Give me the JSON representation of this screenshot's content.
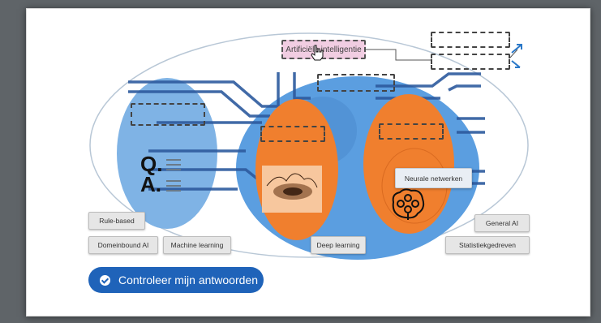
{
  "diagram": {
    "ai_label": "Artificiële intelligentie",
    "tooltip": "Neurale netwerken",
    "qa": {
      "q": "Q.",
      "a": "A."
    }
  },
  "chips": {
    "rule_based": "Rule-based",
    "domain_bound_ai": "Domeinbound AI",
    "machine_learning": "Machine learning",
    "deep_learning": "Deep learning",
    "general_ai": "General AI",
    "statistiekgedreven": "Statistiekgedreven"
  },
  "check_button": {
    "label": "Controleer mijn antwoorden"
  },
  "colors": {
    "blue_outer": "#5b9ee0",
    "blue_left": "#7fb3e5",
    "orange": "#f07f2e",
    "button": "#1f63b9"
  },
  "icons": [
    "check-circle-icon",
    "brain-icon",
    "hand-cursor-icon",
    "heatmap-image"
  ]
}
